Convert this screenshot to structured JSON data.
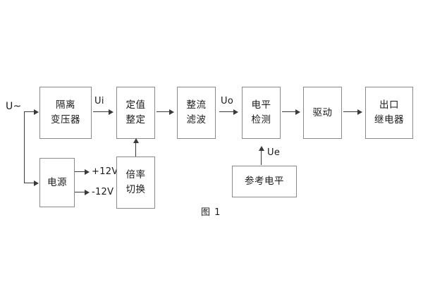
{
  "diagram": {
    "caption": "图 1",
    "input_label": "U~",
    "blocks": [
      {
        "id": "isolation-transformer",
        "lines": [
          "隔离",
          "变压器"
        ]
      },
      {
        "id": "power-supply",
        "lines": [
          "电源"
        ]
      },
      {
        "id": "setting-value",
        "lines": [
          "定值",
          "整定"
        ]
      },
      {
        "id": "multiplier-switch",
        "lines": [
          "倍率",
          "切换"
        ]
      },
      {
        "id": "rectifier-filter",
        "lines": [
          "整流",
          "滤波"
        ]
      },
      {
        "id": "level-detection",
        "lines": [
          "电平",
          "检测"
        ]
      },
      {
        "id": "driver",
        "lines": [
          "驱动"
        ]
      },
      {
        "id": "output-relay",
        "lines": [
          "出口",
          "继电器"
        ]
      },
      {
        "id": "reference-level",
        "lines": [
          "参考电平"
        ]
      }
    ],
    "signals": {
      "ui": "Ui",
      "uo": "Uo",
      "ue": "Ue",
      "rail_positive": "+12V",
      "rail_negative": "-12V"
    },
    "colors": {
      "box_border": "#8a8a8a",
      "line": "#3a3a3a",
      "text": "#1a1a1a",
      "background": "#ffffff"
    }
  }
}
